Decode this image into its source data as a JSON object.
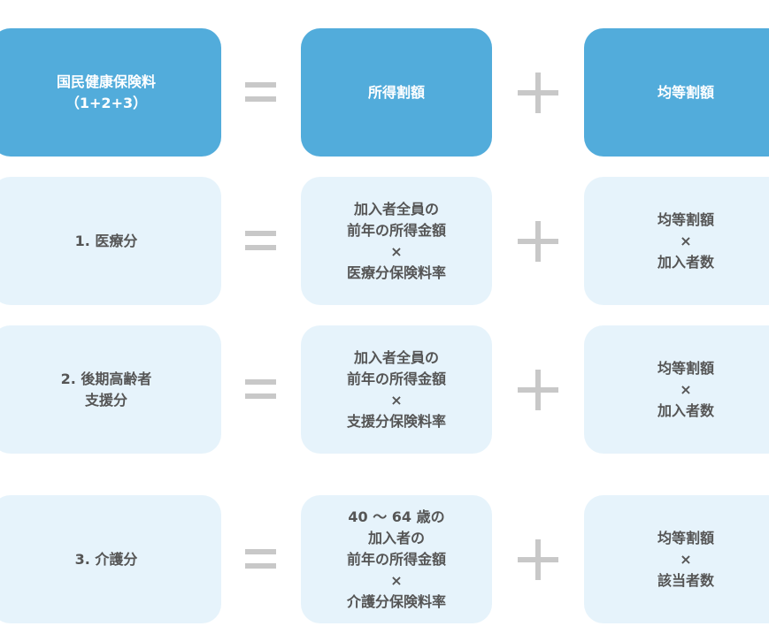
{
  "colors": {
    "header_box": "#52acdb",
    "row_box": "#e6f3fb",
    "text": "#555555",
    "operator": "#c8c8c8"
  },
  "rows": [
    {
      "total": [
        "国民健康保険料",
        "（1+2+3）"
      ],
      "income": [
        "所得割額"
      ],
      "equal": [
        "均等割額"
      ]
    },
    {
      "total": [
        "1. 医療分"
      ],
      "income": [
        "加入者全員の",
        "前年の所得金額",
        "×",
        "医療分保険料率"
      ],
      "equal": [
        "均等割額",
        "×",
        "加入者数"
      ]
    },
    {
      "total": [
        "2. 後期高齢者",
        "支援分"
      ],
      "income": [
        "加入者全員の",
        "前年の所得金額",
        "×",
        "支援分保険料率"
      ],
      "equal": [
        "均等割額",
        "×",
        "加入者数"
      ]
    },
    {
      "total": [
        "3. 介護分"
      ],
      "income": [
        "40 ～ 64 歳の",
        "加入者の",
        "前年の所得金額",
        "×",
        "介護分保険料率"
      ],
      "equal": [
        "均等割額",
        "×",
        "該当者数"
      ]
    }
  ]
}
